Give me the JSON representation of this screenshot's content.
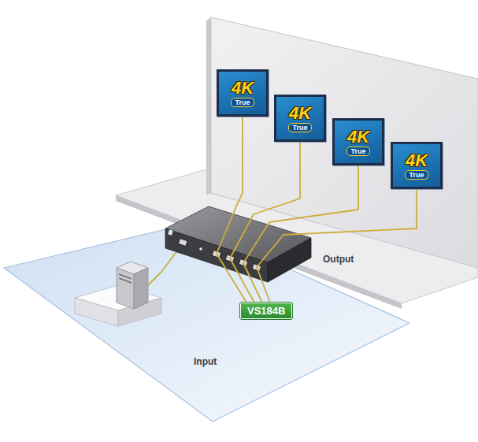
{
  "diagram": {
    "nodes": [
      {
        "text": [
          "VS184B"
        ]
      },
      {
        "text": [
          "4K",
          "True"
        ]
      },
      {
        "text": [
          "4K",
          "True"
        ]
      },
      {
        "text": [
          "4K",
          "True"
        ]
      },
      {
        "text": [
          "4K",
          "True"
        ]
      }
    ],
    "edges": [
      {
        "from": 0,
        "to": 1,
        "arrow": "none"
      },
      {
        "from": 0,
        "to": 2,
        "arrow": "none"
      },
      {
        "from": 0,
        "to": 3,
        "arrow": "none"
      },
      {
        "from": 0,
        "to": 4,
        "arrow": "none"
      }
    ],
    "labels": [
      "Output",
      "Input"
    ]
  }
}
